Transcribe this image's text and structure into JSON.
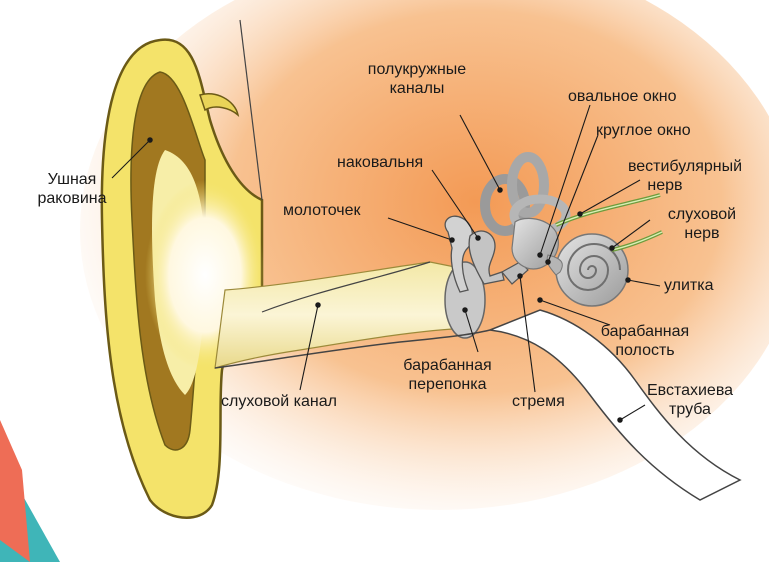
{
  "labels": {
    "auricle_1": "Ушная",
    "auricle_2": "раковина",
    "semicircular_1": "полукружные",
    "semicircular_2": "каналы",
    "oval_window": "овальное окно",
    "round_window": "круглое окно",
    "anvil": "наковальня",
    "vestibular_1": "вестибулярный",
    "vestibular_2": "нерв",
    "hammer": "молоточек",
    "auditory_nerve_1": "слуховой",
    "auditory_nerve_2": "нерв",
    "cochlea": "улитка",
    "tympanic_cavity_1": "барабанная",
    "tympanic_cavity_2": "полость",
    "eardrum_1": "барабанная",
    "eardrum_2": "перепонка",
    "ear_canal": "слуховой канал",
    "stirrup": "стремя",
    "eustachian_1": "Евстахиева",
    "eustachian_2": "труба"
  },
  "colors": {
    "auricle_fill": "#f4e36a",
    "auricle_outline": "#6b5a16",
    "auricle_inner": "#8a6414",
    "tissue_orange": "#f6a86a",
    "canal_fill": "#ede2a0",
    "bone_grey": "#b8b8b8",
    "nerve_green": "#6e9b3c",
    "corner_teal": "#3fb5b8",
    "corner_coral": "#ee6d56"
  }
}
